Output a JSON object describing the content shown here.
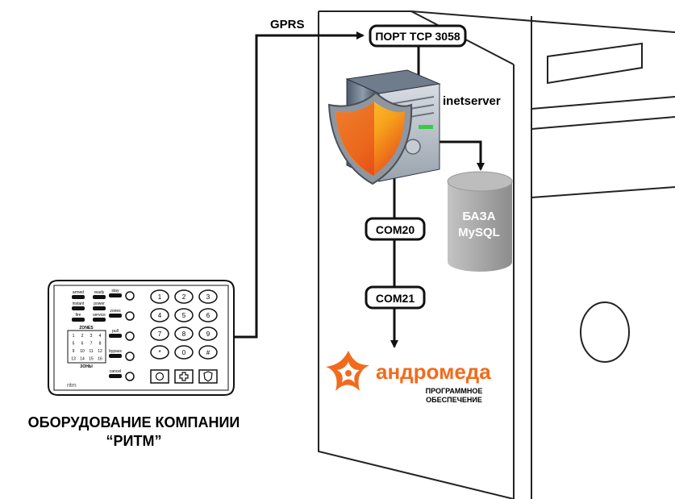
{
  "labels": {
    "gprs": "GPRS",
    "port": "ПОРТ TCP 3058",
    "server": "inetserver",
    "db_line1": "БАЗА",
    "db_line2": "MySQL",
    "com20": "COM20",
    "com21": "COM21",
    "brand": "андромеда",
    "brand_sub1": "ПРОГРАММНОЕ",
    "brand_sub2": "ОБЕСПЕЧЕНИЕ",
    "equipment_line1": "ОБОРУДОВАНИЕ КОМПАНИИ",
    "equipment_line2": "“РИТМ”"
  },
  "keypad": {
    "brand": "ritm",
    "zones_title": "ZONES",
    "zones_title_ru": "ЗОНЫ",
    "zone_numbers": [
      "1",
      "2",
      "3",
      "4",
      "5",
      "6",
      "7",
      "8",
      "9",
      "10",
      "11",
      "12",
      "13",
      "14",
      "15",
      "16"
    ],
    "indicator_labels": [
      "armed",
      "ready",
      "instant",
      "power",
      "fire",
      "service"
    ],
    "side_labels": [
      "stay",
      "zones",
      "pull",
      "bypass",
      "cancel"
    ],
    "keys": [
      "1",
      "2",
      "3",
      "4",
      "5",
      "6",
      "7",
      "8",
      "9",
      "*",
      "0",
      "#"
    ]
  },
  "colors": {
    "line": "#111111",
    "tower_line": "#222222",
    "db_gray": "#a8a8a8",
    "brand_orange": "#f26b1d",
    "shield_orange": "#f7a21b",
    "shield_red": "#e2381b"
  }
}
